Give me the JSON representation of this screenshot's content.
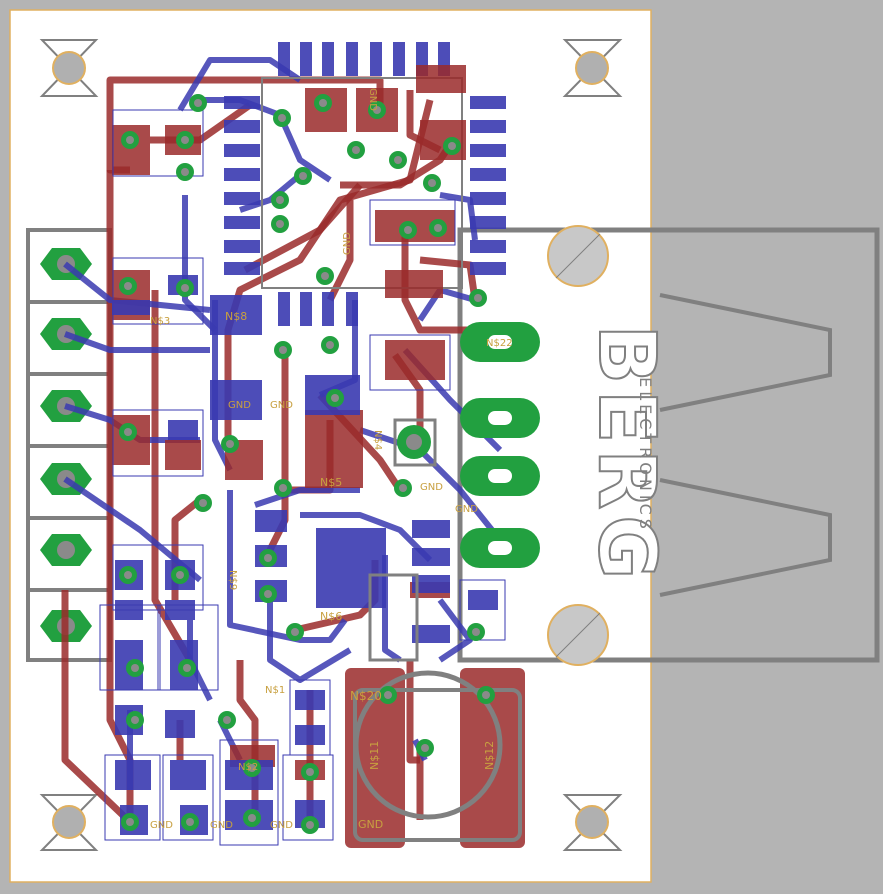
{
  "board": {
    "logo_text": "BERG",
    "subtitle_text": "ELECTRONICS",
    "colors": {
      "background": "#b4b4b4",
      "board": "#ffffff",
      "board_outline": "#e0b060",
      "bottom_copper": "#3a3ab0",
      "top_copper": "#9a2a2a",
      "via": "#22a040",
      "pad_center": "#8a8a8a",
      "silkscreen": "#808080",
      "label": "#c8a040"
    }
  },
  "labels": {
    "gnd_1": "GND",
    "gnd_2": "GND",
    "gnd_3": "GND",
    "gnd_4": "GND",
    "gnd_5": "GND",
    "gnd_6": "GND",
    "gnd_7": "GND",
    "gnd_8": "GND",
    "gnd_9": "GND",
    "gnd_10": "GND",
    "net_n8": "N$8",
    "net_n6": "N$6",
    "net_n5": "N$5",
    "net_n20": "N$20",
    "net_n22": "N$22",
    "net_n11": "N$11",
    "net_n12": "N$12",
    "net_n3": "N$3",
    "net_n2": "N$2",
    "net_n1": "N$1",
    "net_n4": "N$4",
    "net_n9": "N$9"
  }
}
